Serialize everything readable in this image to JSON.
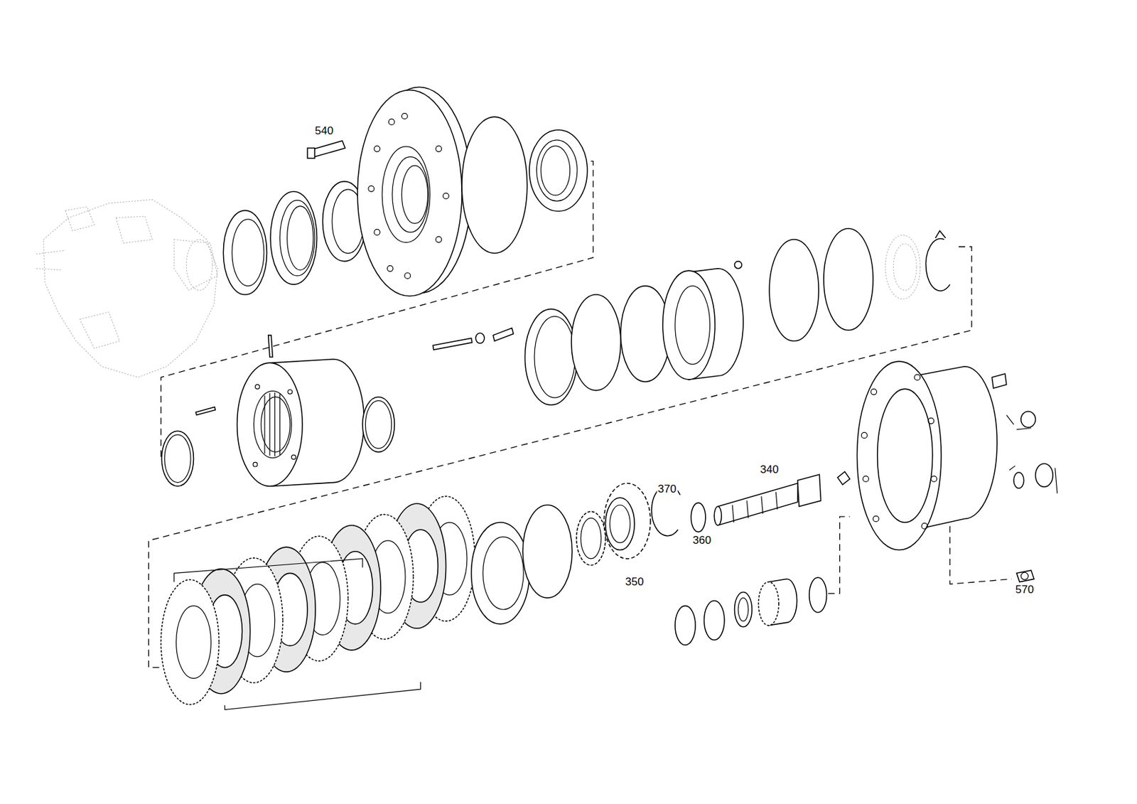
{
  "diagram": {
    "labels": [
      "540",
      "370",
      "340",
      "360",
      "350",
      "570"
    ]
  }
}
